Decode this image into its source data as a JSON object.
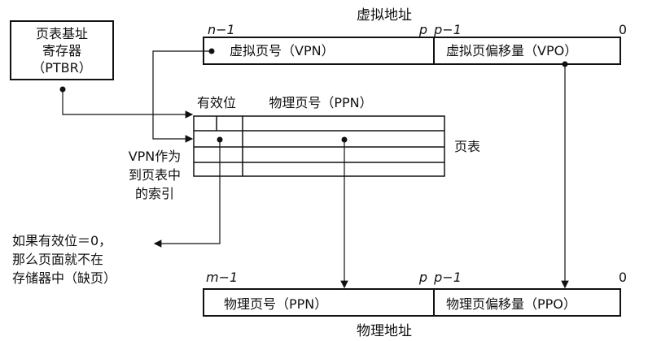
{
  "virtual_address": {
    "title": "虚拟地址",
    "bit_left": "n−1",
    "bit_p_right": "p",
    "bit_p_minus": "p−1",
    "bit_zero": "0",
    "vpn_label": "虚拟页号（VPN）",
    "vpo_label": "虚拟页偏移量（VPO）"
  },
  "ptbr": {
    "line1": "页表基址",
    "line2": "寄存器",
    "line3": "（PTBR）"
  },
  "page_table": {
    "valid_header": "有效位",
    "ppn_header": "物理页号（PPN）",
    "side_label": "页表",
    "rows": 4
  },
  "vpn_index_note": {
    "line1": "VPN作为",
    "line2": "到页表中",
    "line3": "的索引"
  },
  "miss_note": {
    "line1": "如果有效位＝0，",
    "line2": "那么页面就不在",
    "line3": "存储器中（缺页）"
  },
  "physical_address": {
    "title": "物理地址",
    "bit_left": "m−1",
    "bit_p_right": "p",
    "bit_p_minus": "p−1",
    "bit_zero": "0",
    "ppn_label": "物理页号（PPN）",
    "ppo_label": "物理页偏移量（PPO）"
  }
}
